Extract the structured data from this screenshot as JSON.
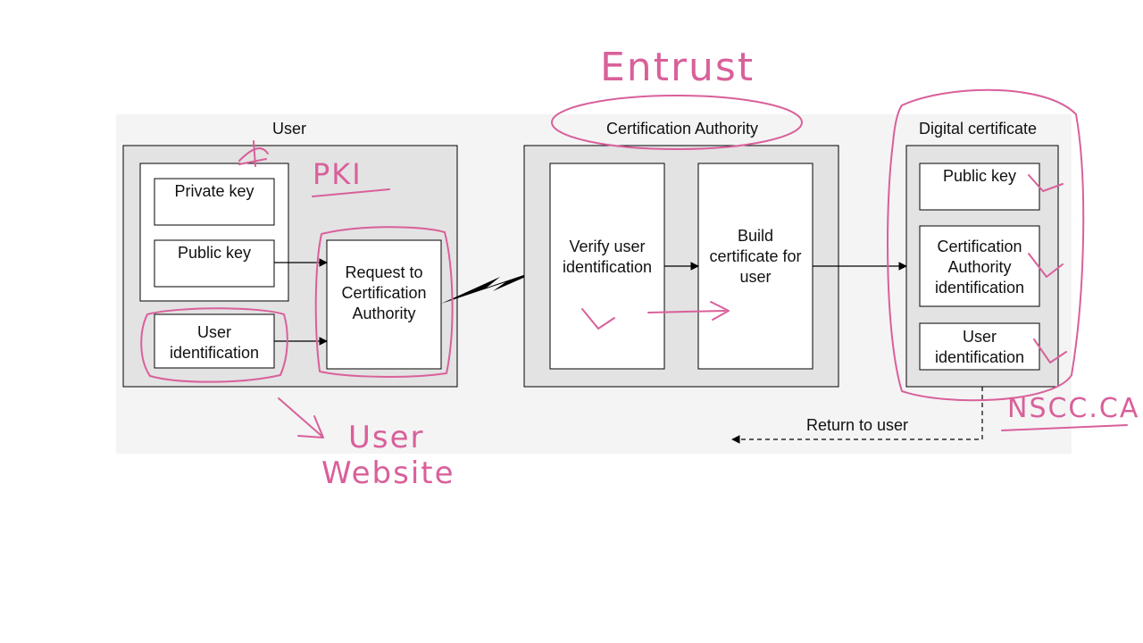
{
  "sections": {
    "user": "User",
    "ca": "Certification Authority",
    "certificate": "Digital certificate"
  },
  "user_box": {
    "private_key": "Private key",
    "public_key": "Public key",
    "user_identification": "User identification",
    "request": "Request to Certification Authority"
  },
  "ca_box": {
    "verify": "Verify user identification",
    "build": "Build certificate for user"
  },
  "certificate_box": {
    "public_key": "Public key",
    "ca_identification": "Certification Authority identification",
    "user_identification": "User identification"
  },
  "return_label": "Return to user",
  "annotations": {
    "entrust": "Entrust",
    "pki": "PKI",
    "user_website_1": "User",
    "user_website_2": "Website",
    "nscc": "NSCC.CA"
  },
  "colors": {
    "panel_fill": "#e3e3e3",
    "box_fill": "#ffffff",
    "line": "#000000",
    "annotation_ink": "#d9609a"
  }
}
